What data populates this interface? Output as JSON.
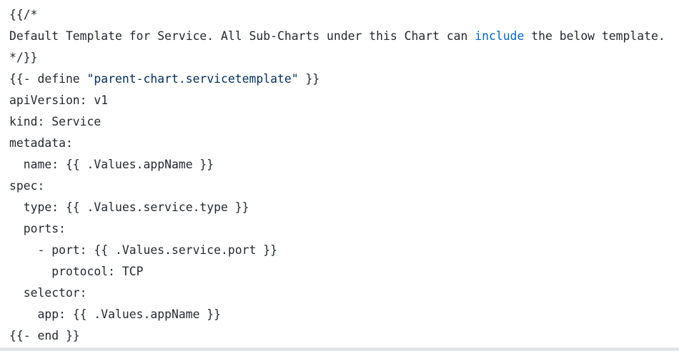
{
  "colors": {
    "background": "#ffffff",
    "text": "#24292e",
    "keyword_blue": "#0366d6",
    "string_navy": "#032f62",
    "bottom_divider": "#e2e6ea"
  },
  "code": {
    "language": "helm-template-yaml",
    "lines": [
      [
        {
          "t": "{{/*",
          "s": "plain"
        }
      ],
      [
        {
          "t": "Default Template for Service. All Sub-Charts under this Chart can ",
          "s": "plain"
        },
        {
          "t": "include",
          "s": "keyword"
        },
        {
          "t": " the below template.",
          "s": "plain"
        }
      ],
      [
        {
          "t": "*/}}",
          "s": "plain"
        }
      ],
      [
        {
          "t": "{{- define ",
          "s": "plain"
        },
        {
          "t": "\"parent-chart.servicetemplate\"",
          "s": "string"
        },
        {
          "t": " }}",
          "s": "plain"
        }
      ],
      [
        {
          "t": "apiVersion: v1",
          "s": "plain"
        }
      ],
      [
        {
          "t": "kind: Service",
          "s": "plain"
        }
      ],
      [
        {
          "t": "metadata:",
          "s": "plain"
        }
      ],
      [
        {
          "t": "  name: {{ .Values.appName }}",
          "s": "plain"
        }
      ],
      [
        {
          "t": "spec:",
          "s": "plain"
        }
      ],
      [
        {
          "t": "  type: {{ .Values.service.type }}",
          "s": "plain"
        }
      ],
      [
        {
          "t": "  ports:",
          "s": "plain"
        }
      ],
      [
        {
          "t": "    - port: {{ .Values.service.port }}",
          "s": "plain"
        }
      ],
      [
        {
          "t": "      protocol: TCP",
          "s": "plain"
        }
      ],
      [
        {
          "t": "  selector:",
          "s": "plain"
        }
      ],
      [
        {
          "t": "    app: {{ .Values.appName }}",
          "s": "plain"
        }
      ],
      [
        {
          "t": "{{- end }}",
          "s": "plain"
        }
      ]
    ]
  }
}
